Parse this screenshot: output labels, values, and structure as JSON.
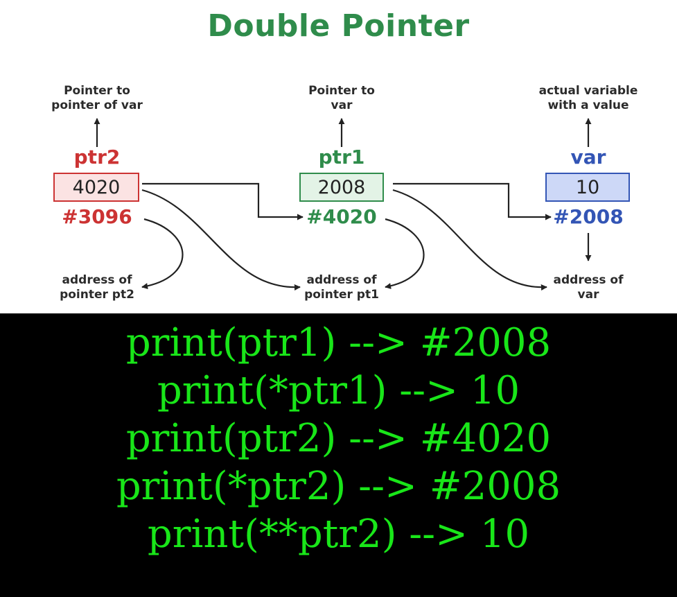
{
  "title": "Double Pointer",
  "nodes": [
    {
      "name": "ptr2",
      "value": "4020",
      "address": "#3096",
      "top_note": "Pointer to\npointer of var",
      "bottom_note": "address of\npointer pt2",
      "color": "#cc3333",
      "box_fill": "#fbe3e3"
    },
    {
      "name": "ptr1",
      "value": "2008",
      "address": "#4020",
      "top_note": "Pointer to\nvar",
      "bottom_note": "address of\npointer pt1",
      "color": "#2f8c4b",
      "box_fill": "#e3f3e6"
    },
    {
      "name": "var",
      "value": "10",
      "address": "#2008",
      "top_note": "actual variable\nwith a value",
      "bottom_note": "address of\nvar",
      "color": "#3355b5",
      "box_fill": "#cdd8f7"
    }
  ],
  "code_lines": [
    "print(ptr1) --> #2008",
    "print(*ptr1) --> 10",
    "print(ptr2) --> #4020",
    "print(*ptr2) --> #2008",
    "print(**ptr2) --> 10"
  ],
  "colors": {
    "title": "#2f8c4b",
    "console_background": "#000000",
    "console_text": "#19e619",
    "arrow": "#222222"
  }
}
